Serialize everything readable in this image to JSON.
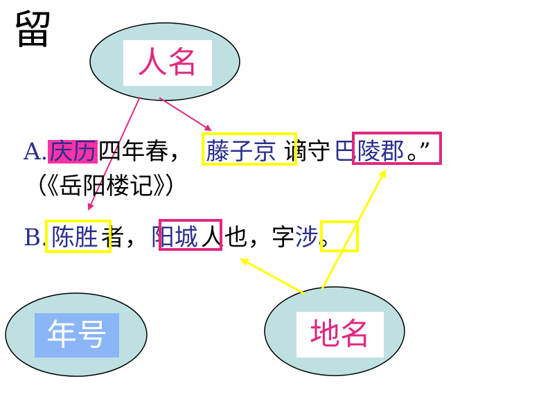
{
  "title_char": "留",
  "labels": {
    "person": "人名",
    "era": "年号",
    "place": "地名"
  },
  "lineA": {
    "prefix": "A.",
    "era_name": "庆历",
    "t1": "四年春，",
    "person": "藤子京",
    "t2": "谪守",
    "place": "巴陵郡",
    "t3": "。”",
    "source": "（《岳阳楼记》）"
  },
  "lineB": {
    "prefix": "B.",
    "person": "陈胜",
    "t1": "者，",
    "place": "阳城",
    "t2": "人也，字",
    "courtesy": "涉",
    "t3": "。"
  },
  "colors": {
    "ellipse_fill": "#bfe0e0",
    "pink": "#e0287f",
    "yellow": "#ffff00",
    "era_label_bg": "#8ab6f8",
    "text_blue": "#2a2f8c",
    "highlight": "#ff33a6"
  }
}
